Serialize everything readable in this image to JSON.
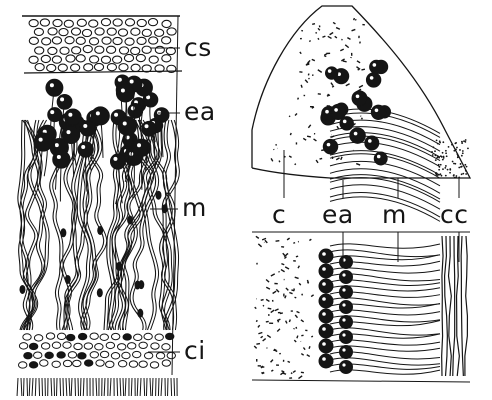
{
  "figure": {
    "left_panel_labels": {
      "cs": "cs",
      "ea": "ea",
      "m": "m",
      "ci": "ci"
    },
    "right_panel_labels": {
      "c": "c",
      "ea": "ea",
      "m": "m",
      "cc": "cc"
    },
    "colors": {
      "ink": "#151515",
      "paper": "#ffffff"
    }
  }
}
